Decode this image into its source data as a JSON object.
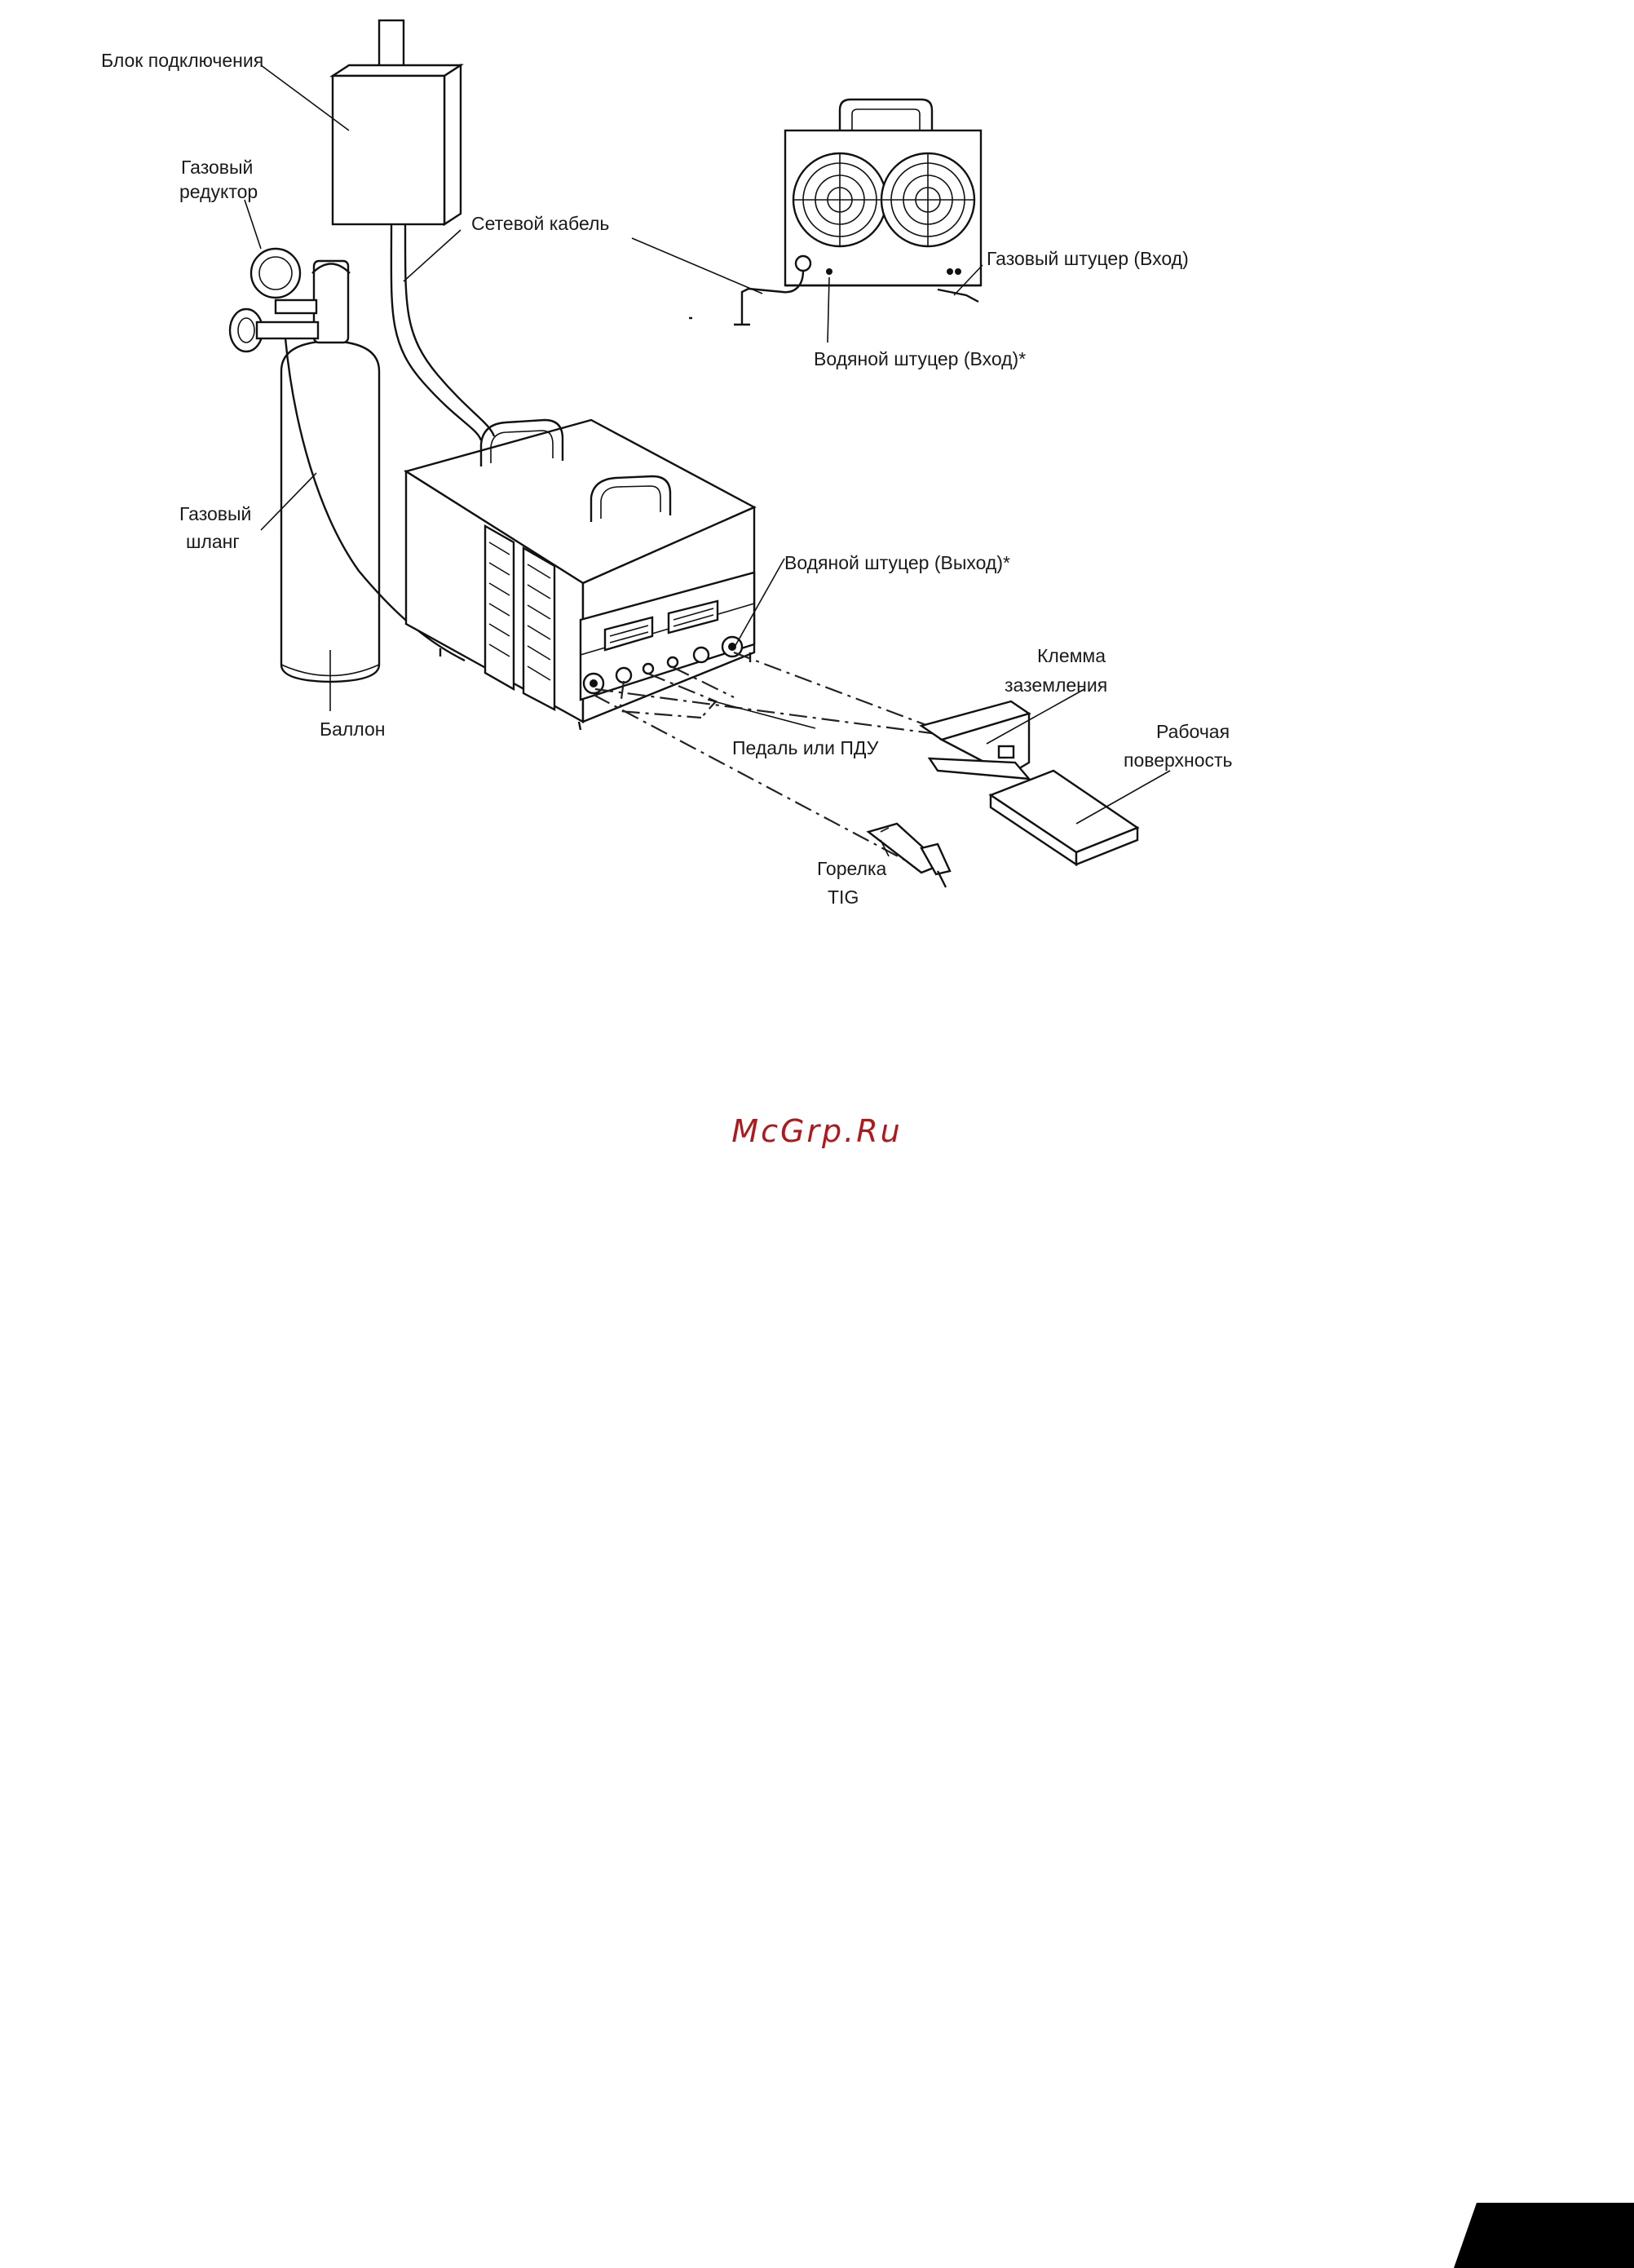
{
  "labels": {
    "connection_block": "Блок подключения",
    "gas_reducer_line1": "Газовый",
    "gas_reducer_line2": "редуктор",
    "mains_cable": "Сетевой кабель",
    "gas_fitting_in": "Газовый штуцер (Вход)",
    "water_fitting_in": "Водяной штуцер (Вход)*",
    "gas_hose_line1": "Газовый",
    "gas_hose_line2": "шланг",
    "water_fitting_out": "Водяной штуцер (Выход)*",
    "ground_clamp_line1": "Клемма",
    "ground_clamp_line2": "заземления",
    "work_surface_line1": "Рабочая",
    "work_surface_line2": "поверхность",
    "cylinder": "Баллон",
    "pedal": "Педаль или ПДУ",
    "torch_line1": "Горелка",
    "torch_line2": "TIG"
  },
  "watermark": "McGrp.Ru",
  "colors": {
    "watermark": "#b0181b",
    "ink": "#111111",
    "corner_tab": "#000000"
  }
}
